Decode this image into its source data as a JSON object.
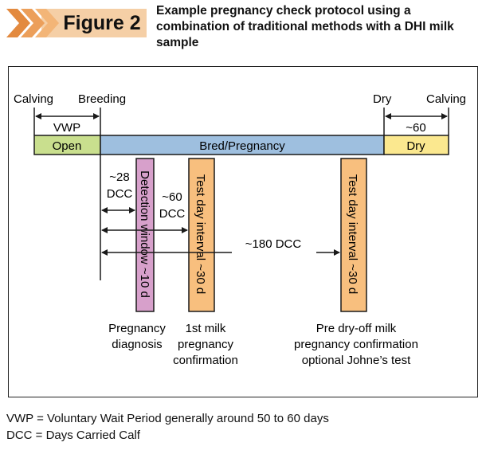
{
  "figure_label": "Figure 2",
  "caption": "Example pregnancy check protocol using a combination of traditional methods with a DHI milk sample",
  "top_labels": {
    "calving_start": "Calving",
    "breeding": "Breeding",
    "dry": "Dry",
    "calving_end": "Calving"
  },
  "spans": {
    "vwp": "VWP",
    "dry_period": "~60"
  },
  "phases": {
    "open": "Open",
    "bred": "Bred/Pregnancy",
    "dry": "Dry"
  },
  "intervals": {
    "dcc28_line1": "~28",
    "dcc28_line2": "DCC",
    "dcc60_line1": "~60",
    "dcc60_line2": "DCC",
    "dcc180": "~180 DCC"
  },
  "windows": {
    "detection": "Detection window ~10 d",
    "test1": "Test day interval ~30 d",
    "test2": "Test day interval ~30 d"
  },
  "event_labels": {
    "pregnancy_diagnosis": [
      "Pregnancy",
      "diagnosis"
    ],
    "first_milk": [
      "1st milk",
      "pregnancy",
      "confirmation"
    ],
    "pre_dry_off": [
      "Pre dry-off milk",
      "pregnancy confirmation",
      "optional Johne’s test"
    ]
  },
  "footnotes": {
    "vwp": "VWP = Voluntary Wait Period generally around 50 to 60 days",
    "dcc": "DCC = Days Carried Calf"
  },
  "colors": {
    "open": "#c9df8e",
    "bred": "#9ebfdf",
    "dry": "#fbe88f",
    "detection_window": "#d7a0cb",
    "test_window": "#f8bf7e",
    "chevron_dark": "#d7792e",
    "chevron_light": "#f0b27a",
    "badge_bg": "#f5cfa6"
  }
}
